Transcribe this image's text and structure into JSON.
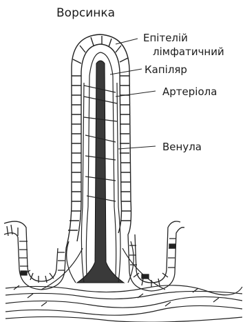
{
  "title": "Ворсинка",
  "labels": {
    "epithelium": "Епітелій",
    "lymphatic": "лімфатичний",
    "capillary": "Капіляр",
    "arteriole": "Артеріола",
    "venule": "Венула"
  }
}
